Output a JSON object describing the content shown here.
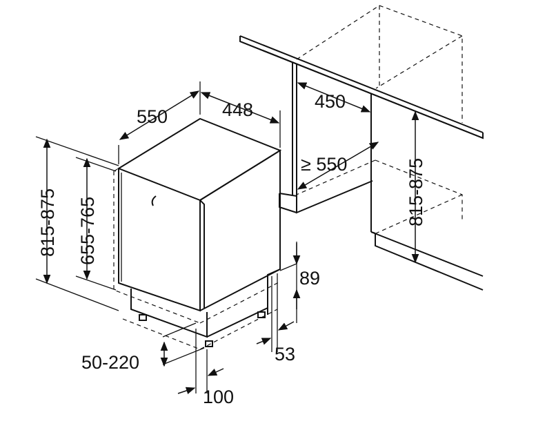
{
  "dimensions": {
    "depth": "550",
    "width": "448",
    "niche_width": "450",
    "niche_depth": "≥ 550",
    "niche_height": "815-875",
    "total_height": "815-875",
    "body_height": "655-765",
    "plinth_height": "89",
    "plinth_recess": "53",
    "foot_adjust": "50-220",
    "foot_offset": "100"
  },
  "colors": {
    "line": "#111111",
    "background": "#ffffff"
  }
}
